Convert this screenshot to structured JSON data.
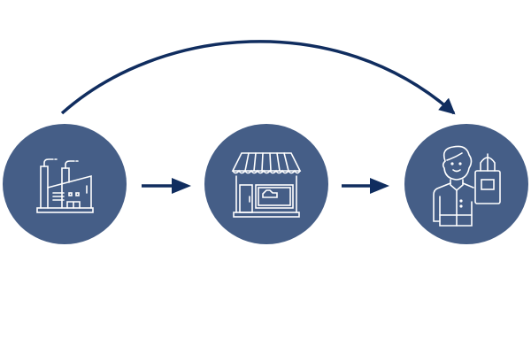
{
  "colors": {
    "node_fill": "#455E87",
    "arrow": "#102D5F",
    "icon_stroke": "#FFFFFF",
    "background": "#FFFFFF"
  },
  "nodes": [
    {
      "icon": "factory-icon"
    },
    {
      "icon": "store-icon"
    },
    {
      "icon": "consumer-with-bag-icon"
    }
  ],
  "edges": [
    {
      "from": 0,
      "to": 1,
      "style": "straight"
    },
    {
      "from": 1,
      "to": 2,
      "style": "straight"
    },
    {
      "from": 0,
      "to": 2,
      "style": "curved"
    }
  ]
}
